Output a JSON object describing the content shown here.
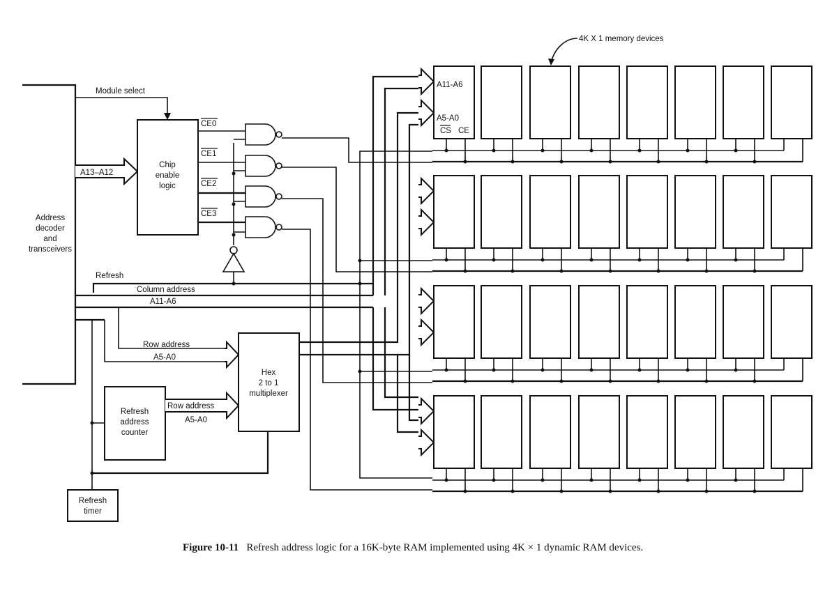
{
  "figure": {
    "number_label": "Figure 10-11",
    "caption_text": "Refresh address logic for a 16K-byte RAM implemented using 4K × 1 dynamic RAM devices."
  },
  "blocks": {
    "address_decoder": [
      "Address",
      "decoder",
      "and",
      "transceivers"
    ],
    "chip_enable_logic": [
      "Chip",
      "enable",
      "logic"
    ],
    "multiplexer": [
      "Hex",
      "2 to 1",
      "multiplexer"
    ],
    "refresh_counter": [
      "Refresh",
      "address",
      "counter"
    ],
    "refresh_timer": [
      "Refresh",
      "timer"
    ]
  },
  "signals": {
    "module_select": "Module select",
    "a13_a12": "A13–A12",
    "ce0": "CE0",
    "ce1": "CE1",
    "ce2": "CE2",
    "ce3": "CE3",
    "refresh": "Refresh",
    "column_address": "Column address",
    "a11_a6": "A11-A6",
    "row_address_1": "Row address",
    "a5_a0_1": "A5-A0",
    "row_address_2": "Row address",
    "a5_a0_2": "A5-A0"
  },
  "memory": {
    "annotation": "4K X 1 memory devices",
    "rows": 4,
    "columns": 8,
    "pin_a11_a6": "A11-A6",
    "pin_a5_a0": "A5-A0",
    "pin_cs": "CS",
    "pin_ce": "CE"
  }
}
